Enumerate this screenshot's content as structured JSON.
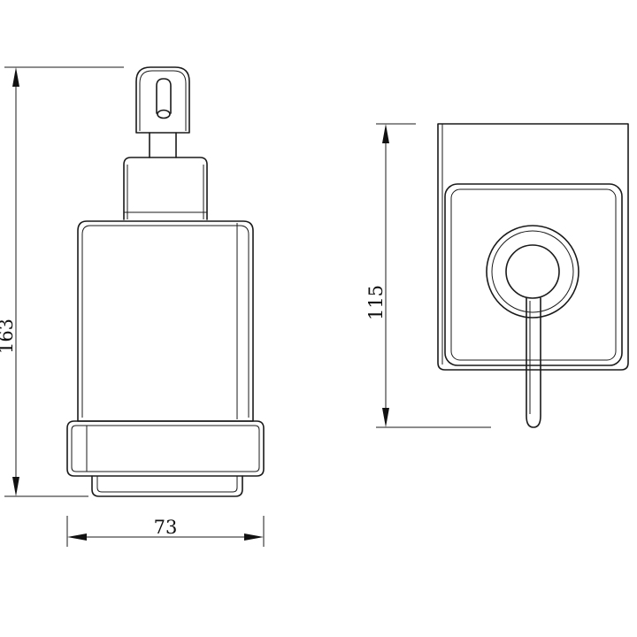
{
  "dimensions": {
    "height": "163",
    "width": "73",
    "depth": "115"
  },
  "colors": {
    "line": "#1a1a1a",
    "background": "#ffffff"
  }
}
